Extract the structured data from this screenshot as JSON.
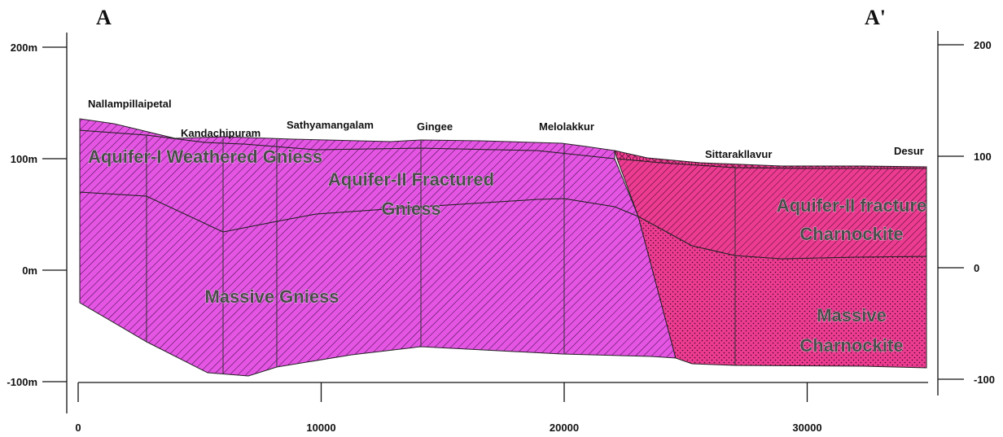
{
  "section": {
    "start_label": "A",
    "end_label": "A'"
  },
  "left_axis": {
    "ticks": [
      {
        "value": 200,
        "label": "200m"
      },
      {
        "value": 100,
        "label": "100m"
      },
      {
        "value": 0,
        "label": "0m"
      },
      {
        "value": -100,
        "label": "-100m"
      }
    ]
  },
  "right_axis": {
    "ticks": [
      {
        "value": 200,
        "label": "200"
      },
      {
        "value": 100,
        "label": "100"
      },
      {
        "value": 0,
        "label": "0"
      },
      {
        "value": -100,
        "label": "-100"
      }
    ]
  },
  "bottom_axis": {
    "ticks": [
      {
        "value": 0,
        "label": "0"
      },
      {
        "value": 10000,
        "label": "10000"
      },
      {
        "value": 20000,
        "label": "20000"
      },
      {
        "value": 30000,
        "label": "30000"
      }
    ]
  },
  "locations": [
    {
      "name": "Nallampillaipetal",
      "distance": 0
    },
    {
      "name": "Kandachipuram",
      "distance": 5900
    },
    {
      "name": "Sathyamangalam",
      "distance": 8200
    },
    {
      "name": "Gingee",
      "distance": 14100
    },
    {
      "name": "Melolakkur",
      "distance": 19900
    },
    {
      "name": "Sittarakllavur",
      "distance": 27000
    },
    {
      "name": "Desur",
      "distance": 34800
    }
  ],
  "units": [
    {
      "lines": [
        "Aquifer-I Weathered Gniess"
      ],
      "color": "#e455e4"
    },
    {
      "lines": [
        "Aquifer-II Fractured",
        "Gniess"
      ],
      "color": "#e455e4"
    },
    {
      "lines": [
        "Massive Gniess"
      ],
      "color": "#e455e4"
    },
    {
      "lines": [
        "Aquifer-II fracture",
        "Charnockite"
      ],
      "color": "#ec3c92"
    },
    {
      "lines": [
        "Massive",
        "Charnockite"
      ],
      "color": "#ec3c92"
    }
  ],
  "colors": {
    "gneiss": "#e455e4",
    "charnockite": "#ec3c92",
    "line": "#222222"
  }
}
